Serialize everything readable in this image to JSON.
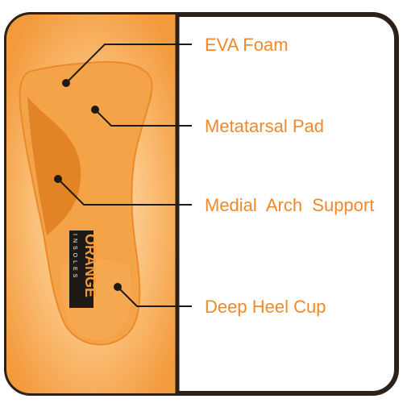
{
  "colors": {
    "frame": "#2b2118",
    "panel": "#f39a3c",
    "panel_glow": "#ffe2b8",
    "insole": "#f4a348",
    "insole_edge": "#ec8a2a",
    "arch": "#e07f22",
    "label": "#f0892a",
    "leader": "#1e1a16"
  },
  "callouts": [
    {
      "id": "eva-foam",
      "label": "EVA Foam"
    },
    {
      "id": "metatarsal-pad",
      "label": "Metatarsal Pad"
    },
    {
      "id": "medial-arch-support",
      "label": "Medial  Arch  Support"
    },
    {
      "id": "deep-heel-cup",
      "label": "Deep Heel Cup"
    }
  ],
  "brand": {
    "logo_text": "ORANGE",
    "logo_subtext": "INSOLES"
  }
}
